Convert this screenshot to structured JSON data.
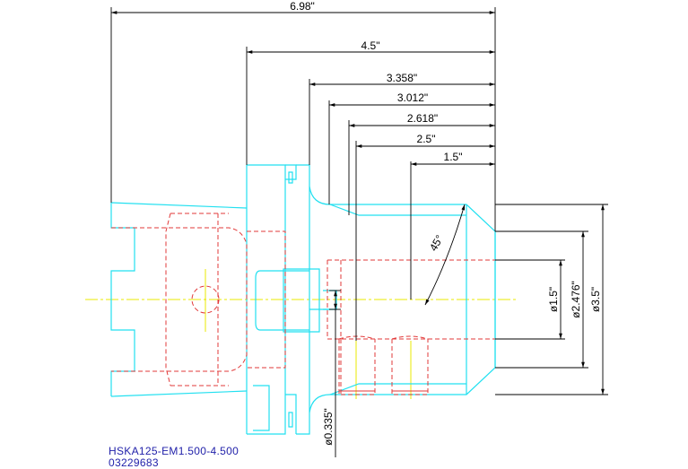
{
  "drawing": {
    "part_number": "HSKA125-EM1.500-4.500",
    "item_code": "03229683",
    "dimensions": {
      "overall_length": "6.98\"",
      "length_4_5": "4.5\"",
      "length_3_358": "3.358\"",
      "length_3_012": "3.012\"",
      "length_2_618": "2.618\"",
      "length_2_5": "2.5\"",
      "length_1_5": "1.5\"",
      "chamfer_angle": "45°",
      "bore_diameter": "ø1.5\"",
      "diameter_2_476": "ø2.476\"",
      "outer_diameter": "ø3.5\"",
      "small_diameter": "ø0.335\""
    },
    "colors": {
      "outline": "#22e0f0",
      "hidden": "#e23a3a",
      "centerline": "#e8e800",
      "dimension": "#000000",
      "text_blue": "#2222aa"
    }
  }
}
